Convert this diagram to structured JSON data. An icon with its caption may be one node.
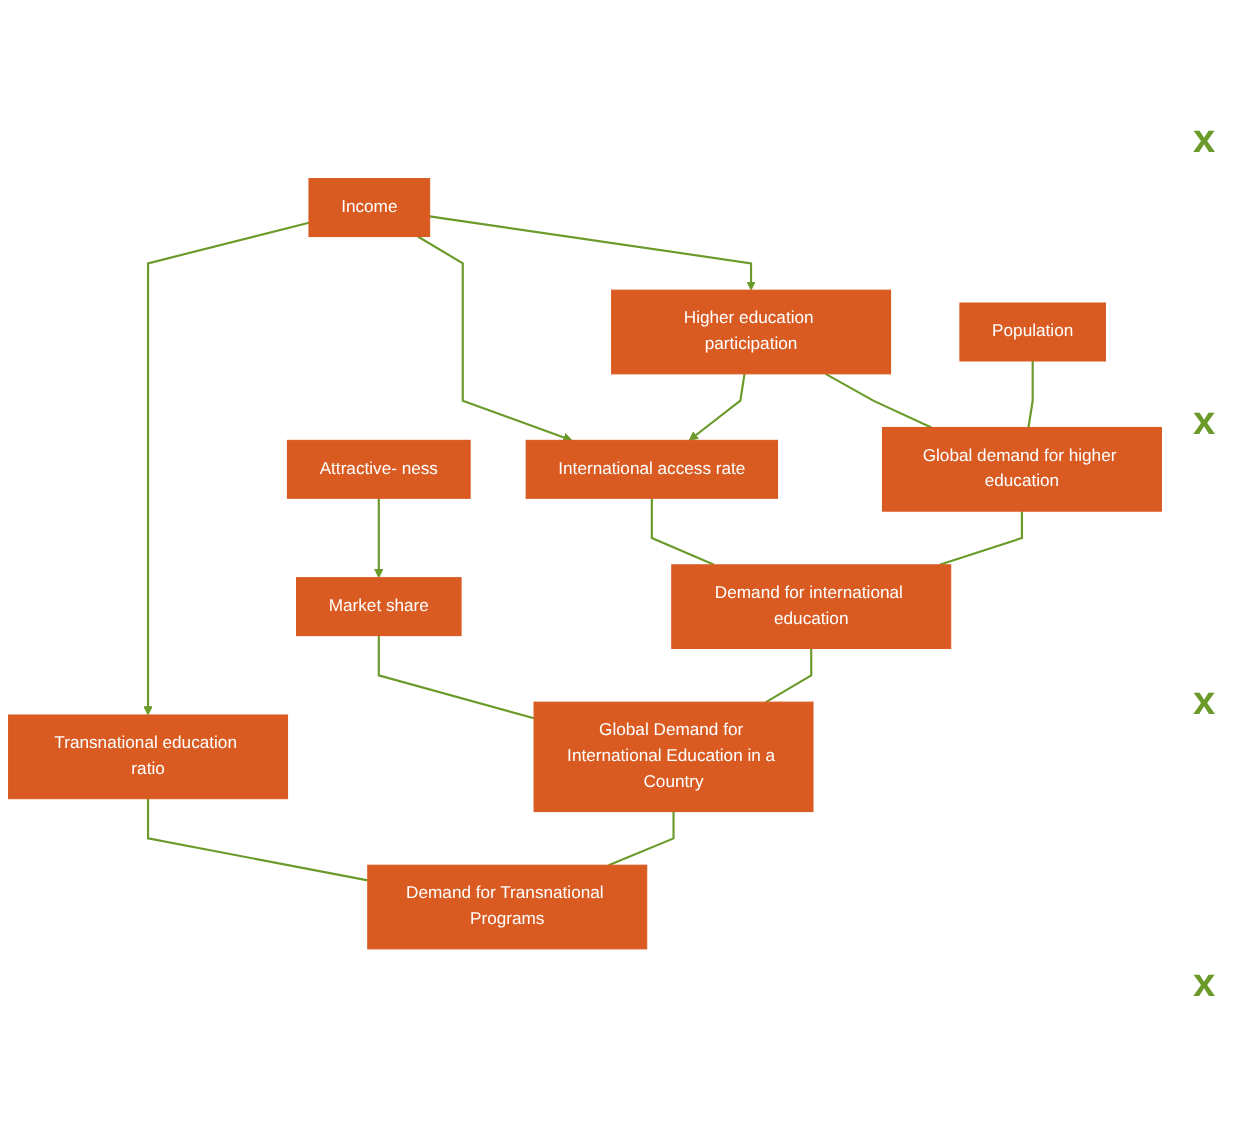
{
  "diagram": {
    "nodes": [
      {
        "text": [
          "Income"
        ]
      },
      {
        "text": [
          "Higher education participation"
        ]
      },
      {
        "text": [
          "Population"
        ]
      },
      {
        "text": [
          "International access rate"
        ]
      },
      {
        "text": [
          "Global demand for higher education"
        ]
      },
      {
        "text": [
          "Attractive- ness"
        ]
      },
      {
        "text": [
          "Market share"
        ]
      },
      {
        "text": [
          "Demand for international education"
        ]
      },
      {
        "text": [
          "Transnational education ratio"
        ]
      },
      {
        "text": [
          "Global Demand for International Education in a Country"
        ]
      },
      {
        "text": [
          "Demand for Transnational Programs"
        ]
      }
    ],
    "edges": [
      {
        "from": 0,
        "to": 1,
        "arrow": "to"
      },
      {
        "from": 0,
        "to": 3,
        "arrow": "to"
      },
      {
        "from": 1,
        "to": 3,
        "arrow": "to"
      },
      {
        "from": 1,
        "to": 4,
        "arrow": "none"
      },
      {
        "from": 2,
        "to": 4,
        "arrow": "none"
      },
      {
        "from": 3,
        "to": 7,
        "arrow": "none"
      },
      {
        "from": 4,
        "to": 7,
        "arrow": "none"
      },
      {
        "from": 5,
        "to": 6,
        "arrow": "to"
      },
      {
        "from": 6,
        "to": 9,
        "arrow": "none"
      },
      {
        "from": 7,
        "to": 9,
        "arrow": "none"
      },
      {
        "from": 0,
        "to": 8,
        "arrow": "to"
      },
      {
        "from": 8,
        "to": 10,
        "arrow": "none"
      },
      {
        "from": 9,
        "to": 10,
        "arrow": "none"
      }
    ],
    "labels": [
      "x",
      "x",
      "x",
      "x"
    ]
  }
}
